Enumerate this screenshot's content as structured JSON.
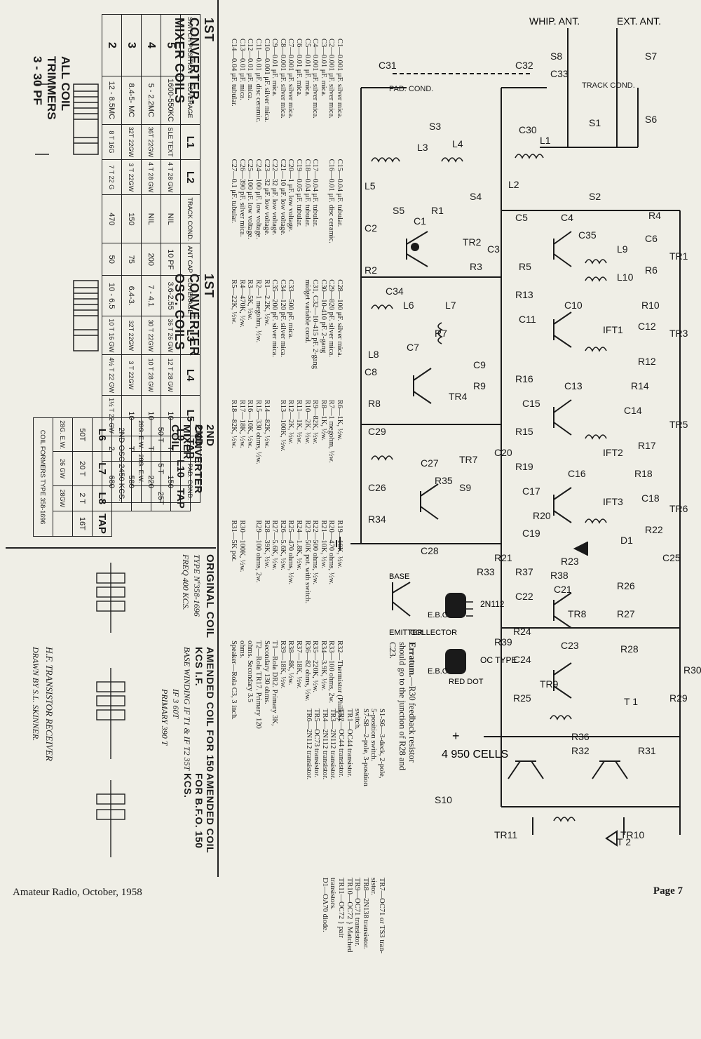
{
  "footer": {
    "left": "Amateur Radio, October, 1958",
    "right": "Page 7"
  },
  "table1": {
    "title1": "1ST CONVERTER-MIXER COILS",
    "title2": "1ST CONVERTER OSC. COILS",
    "headers": [
      "SWITCH POSITION",
      "COVERAGE",
      "L1",
      "L2",
      "TRACK COND.",
      "ANT CAP",
      "COVERAGE",
      "L3",
      "L4",
      "L5",
      "TAP",
      "PAD. COND."
    ],
    "rows": [
      [
        "5",
        "1600-550KC",
        "SLE TEXT",
        "4 T 28 GW",
        "NIL",
        "10 PF",
        "3.6-2.55",
        "36 T 26 GW",
        "12 T 28 GW",
        "10",
        "T",
        "150"
      ],
      [
        "4",
        "5 - 2.2MC",
        "36T 22GW",
        "4 T 28 GW",
        "NIL",
        "200",
        "7 - 4.1",
        "30 T 22GW",
        "10 T 28 GW",
        "10",
        "T",
        "220"
      ],
      [
        "3",
        "8.4-5- MC",
        "32T 22GW",
        "3 T 22GW",
        "150",
        "75",
        "6.4-3.",
        "32T 22GW",
        "3 T 22GW",
        "10",
        "T",
        "580"
      ],
      [
        "2",
        "12 - 8.5MC",
        "8 T 16G",
        "7 T 22 G",
        "470",
        "50",
        "10 - 6.5",
        "10 T 16 GW",
        "4½ T 22 GW",
        "1½ T 22 GW",
        "2",
        "680"
      ]
    ]
  },
  "trimmers": "ALL COIL TRIMMERS 3 - 30 PF",
  "table2": {
    "title1": "2ND CONVERTER",
    "title2": "2ND MIXER COIL",
    "headers": [
      "L9",
      "L10",
      "TAP",
      "L6",
      "L7",
      "L8",
      "TAP"
    ],
    "row1": [
      "50 T",
      "5 T",
      "25T"
    ],
    "row1b": [
      "28G. E.W.",
      "28G. E.W."
    ],
    "osc": "2ND OSC 2450 KCS.",
    "row2": [
      "50T",
      "20 T",
      "2 T",
      "16T"
    ],
    "row2b": [
      "28G. E.W.",
      "26 GW",
      "28GW"
    ],
    "formers": "COIL FORMERS TYPE 358-1696"
  },
  "coil_notes": {
    "original": "ORIGINAL COIL",
    "original_sub1": "TYPE Nº358-1696",
    "original_sub2": "FREQ 400 KCS.",
    "amended": "AMENDED COIL FOR 150 KCS I.F.",
    "amended_sub1": "BASE WINDING IF T1 & IF T2 35T",
    "amended_sub2": "IF 3 60T",
    "amended_sub3": "PRIMARY 390 T",
    "amended_bfo": "AMENDED COIL FOR B.F.O. 150 KCS.",
    "credit1": "H.F. TRANSISTOR RECEIVER",
    "credit2": "DRAWN BY S.L. SKINNER."
  },
  "parts_list": [
    "C1—0.001 μF. silver mica.",
    "C2—0.001 μF. silver mica.",
    "C3—0.01 μF. mica.",
    "C4—0.001 μF. silver mica.",
    "C5—0.01 μF. mica.",
    "C6—0.01 μF. mica.",
    "C7—0.001 μF. silver mica.",
    "C8—0.001 μF. silver mica.",
    "C9—0.01 μF. mica.",
    "C10—0.001 μF. silver mica.",
    "C11—0.01 μF. disc ceramic.",
    "C12—0.01 μF. mica.",
    "C13—0.01 μF. mica.",
    "C14—0.04 μF. tubular.",
    "C15—0.04 μF. tubular.",
    "C16—0.01 μF. disc ceramic.",
    "",
    "C17—0.04 μF. tubular.",
    "C18—0.04 μF. tubular.",
    "C19—0.05 μF. tubular.",
    "C20—1 μF. low voltage.",
    "C21—10 μF. low voltage.",
    "C22—32 μF. low voltage.",
    "C23—32 μF. low voltage.",
    "C24—100 μF. low voltage.",
    "C25—100 μF. low voltage.",
    "C26—390 pF. silver mica.",
    "C27—0.1 μF. tubular.",
    "C28—100 μF. silver mica.",
    "C29—820 pF. silver mica.",
    "C30—10-410 pF. 2-gang",
    "C31, C32—10-415 pF. 2-gang",
    "midget variable cond.",
    "",
    "C33—500 pF. mica.",
    "C34—120 pF. silver mica.",
    "C35—200 pF. silver mica.",
    "R1—2.2K, ½w.",
    "R2—1 megohm, ½w.",
    "R3—5K, ½w.",
    "R4—470K, ½w.",
    "R5—22K, ½w.",
    "R6—1K, ½w.",
    "R7—1 megohm, ½w.",
    "R8—1K, ½w.",
    "R9—82K, ½w.",
    "R10—2K, ½w.",
    "R11—1K, ½w.",
    "R12—2K, ½w.",
    "R13—100K, ½w.",
    "",
    "R14—82K, ½w.",
    "R15—330 ohms, ½w.",
    "R16—10K, ½w.",
    "R17—18K, ½w.",
    "R18—82K, ½w.",
    "R19—10K, ½w.",
    "R20—470 ohms, ½w.",
    "R21—10K, ½w.",
    "R22—500 ohms, ½w.",
    "R23—50K pot. with switch.",
    "R24—1.8K, ½w.",
    "R25—470 ohms, ½w.",
    "R26—5.6K, ½w.",
    "R27—5.6K, ½w.",
    "R28—39K, ½w.",
    "R29—100 ohms, 2w.",
    "",
    "R30—100K, ½w.",
    "R31—5K pot.",
    "R32—Thermistor (Philips).",
    "R33—100 ohms, 2w.",
    "R34—3.9K, ½w.",
    "R35—220K, ½w.",
    "R36—82 ohms, ½w.",
    "R37—18K, ½w.",
    "R38—8K, ½w.",
    "R39—18K, ½w.",
    "T1—Rola DR2. Primary 3K,",
    "Secondary 130 ohms.",
    "T2—Rola TR17. Primary 120",
    "ohms. Secondary 3.5",
    "ohms.",
    "Speaker—Rola C3, 3 inch."
  ],
  "transistors": [
    "S1-S6—3-deck, 2-pole,",
    "5-position switch.",
    "S7-S8—2-pole, 3-position",
    "switch.",
    "TR1—OC44 transistor.",
    "TR2—OC44 transistor.",
    "TR3—2N112 transistor.",
    "TR4—2N112 transistor.",
    "TR5—OC73 transistor.",
    "TR6—2N112 transistor.",
    "TR7—OC71 or TS3 tran-",
    "sistor.",
    "TR8—2N138 transistor.",
    "TR9—OC71 transistor.",
    "TR10—OC72 } Matched",
    "TR11—OC72 } pair",
    "transistors.",
    "D1—OA70 diode."
  ],
  "erratum": {
    "head": "Erratum.",
    "text": "—R30 feedback resistor should go to the junction of R28 and C23."
  },
  "schematic": {
    "whip": "WHIP. ANT.",
    "ext": "EXT. ANT.",
    "base": "BASE",
    "emitter": "EMITTER",
    "collector": "COLLECTOR",
    "ebc": "E.B.C.",
    "ebc2": "E.B.C.",
    "type2n": "2N112",
    "oc": "OC TYPE",
    "red": "RED DOT",
    "cells": "4  950 CELLS",
    "plus": "+",
    "labels": {
      "C31": "C31",
      "C32": "C32",
      "S8": "S8",
      "S7": "S7",
      "S6": "S6",
      "S3": "S3",
      "S1": "S1",
      "S2": "S2",
      "S4": "S4",
      "S5": "S5",
      "S9": "S9",
      "S10": "S10",
      "C33": "C33",
      "C30": "C30",
      "L1": "L1",
      "L2": "L2",
      "L3": "L3",
      "L4": "L4",
      "L5": "L5",
      "L6": "L6",
      "L7": "L7",
      "L8": "L8",
      "L9": "L9",
      "L10": "L10",
      "C1": "C1",
      "C2": "C2",
      "C3": "C3",
      "C4": "C4",
      "C5": "C5",
      "C6": "C6",
      "C7": "C7",
      "C8": "C8",
      "C9": "C9",
      "C10": "C10",
      "C11": "C11",
      "C12": "C12",
      "C13": "C13",
      "C14": "C14",
      "C15": "C15",
      "C16": "C16",
      "C17": "C17",
      "C18": "C18",
      "C19": "C19",
      "C20": "C20",
      "C21": "C21",
      "C22": "C22",
      "C23": "C23",
      "C24": "C24",
      "C25": "C25",
      "C26": "C26",
      "C27": "C27",
      "C28": "C28",
      "C29": "C29",
      "C34": "C34",
      "C35": "C35",
      "R1": "R1",
      "R2": "R2",
      "R3": "R3",
      "R4": "R4",
      "R5": "R5",
      "R6": "R6",
      "R7": "R7",
      "R8": "R8",
      "R9": "R9",
      "R10": "R10",
      "R12": "R12",
      "R13": "R13",
      "R14": "R14",
      "R15": "R15",
      "R16": "R16",
      "R17": "R17",
      "R18": "R18",
      "R19": "R19",
      "R20": "R20",
      "R21": "R21",
      "R22": "R22",
      "R23": "R23",
      "R24": "R24",
      "R25": "R25",
      "R26": "R26",
      "R27": "R27",
      "R28": "R28",
      "R29": "R29",
      "R30": "R30",
      "R31": "R31",
      "R32": "R32",
      "R33": "R33",
      "R34": "R34",
      "R35": "R35",
      "R36": "R36",
      "R37": "R37",
      "R38": "R38",
      "R39": "R39",
      "TR1": "TR1",
      "TR2": "TR2",
      "TR3": "TR3",
      "TR4": "TR4",
      "TR5": "TR5",
      "TR6": "TR6",
      "TR7": "TR7",
      "TR8": "TR8",
      "TR9": "TR9",
      "TR10": "TR10",
      "TR11": "TR11",
      "IFT1": "IFT1",
      "IFT2": "IFT2",
      "IFT3": "IFT3",
      "D1": "D1",
      "T1": "T 1",
      "T2": "T 2",
      "PAD": "PAD. COND.",
      "TRACK": "TRACK COND."
    }
  }
}
